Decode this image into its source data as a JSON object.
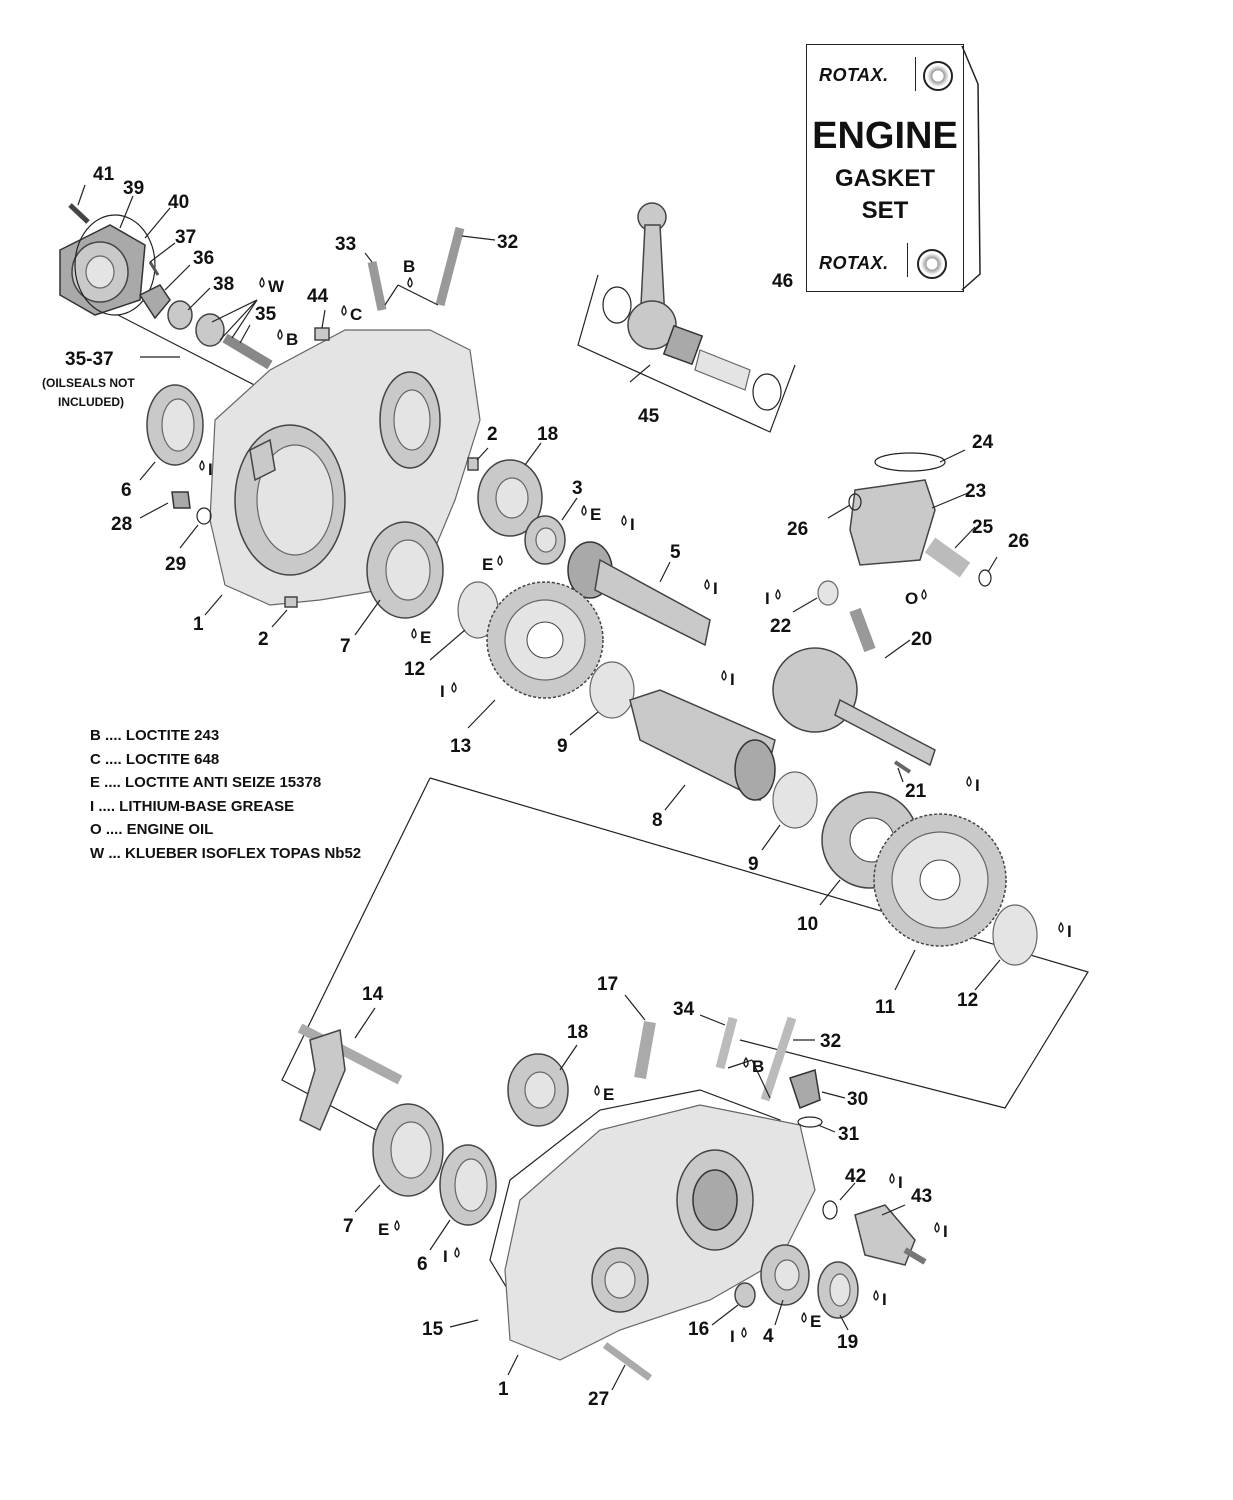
{
  "gasket_set": {
    "brand_top": "ROTAX.",
    "title": "ENGINE",
    "line2": "GASKET",
    "line3": "SET",
    "brand_bottom": "ROTAX."
  },
  "legend": [
    {
      "code": "B",
      "text": "B .... LOCTITE 243"
    },
    {
      "code": "C",
      "text": "C .... LOCTITE 648"
    },
    {
      "code": "E",
      "text": "E .... LOCTITE ANTI SEIZE 15378"
    },
    {
      "code": "I",
      "text": "I .... LITHIUM-BASE GREASE"
    },
    {
      "code": "O",
      "text": "O .... ENGINE OIL"
    },
    {
      "code": "W",
      "text": "W ... KLUEBER ISOFLEX TOPAS Nb52"
    }
  ],
  "callouts": {
    "n1a": "1",
    "n1b": "1",
    "n2a": "2",
    "n2b": "2",
    "n3": "3",
    "n4": "4",
    "n5": "5",
    "n6a": "6",
    "n6b": "6",
    "n7a": "7",
    "n7b": "7",
    "n8": "8",
    "n9a": "9",
    "n9b": "9",
    "n10": "10",
    "n11": "11",
    "n12a": "12",
    "n12b": "12",
    "n13": "13",
    "n14": "14",
    "n15": "15",
    "n16": "16",
    "n17": "17",
    "n18a": "18",
    "n18b": "18",
    "n19": "19",
    "n20": "20",
    "n21": "21",
    "n22": "22",
    "n23": "23",
    "n24": "24",
    "n25": "25",
    "n26a": "26",
    "n26b": "26",
    "n27": "27",
    "n28": "28",
    "n29": "29",
    "n30": "30",
    "n31": "31",
    "n32a": "32",
    "n32b": "32",
    "n33": "33",
    "n34": "34",
    "n35": "35",
    "n36": "36",
    "n37": "37",
    "n38": "38",
    "n39": "39",
    "n40": "40",
    "n41": "41",
    "n42": "42",
    "n43": "43",
    "n44": "44",
    "n45": "45",
    "n46": "46",
    "n3537": "35-37",
    "oilseal_note_1": "(OILSEALS NOT",
    "oilseal_note_2": "INCLUDED)"
  },
  "lube_marks": {
    "w": "W",
    "c": "C",
    "b": "B",
    "i": "I",
    "e": "E",
    "o": "O"
  }
}
